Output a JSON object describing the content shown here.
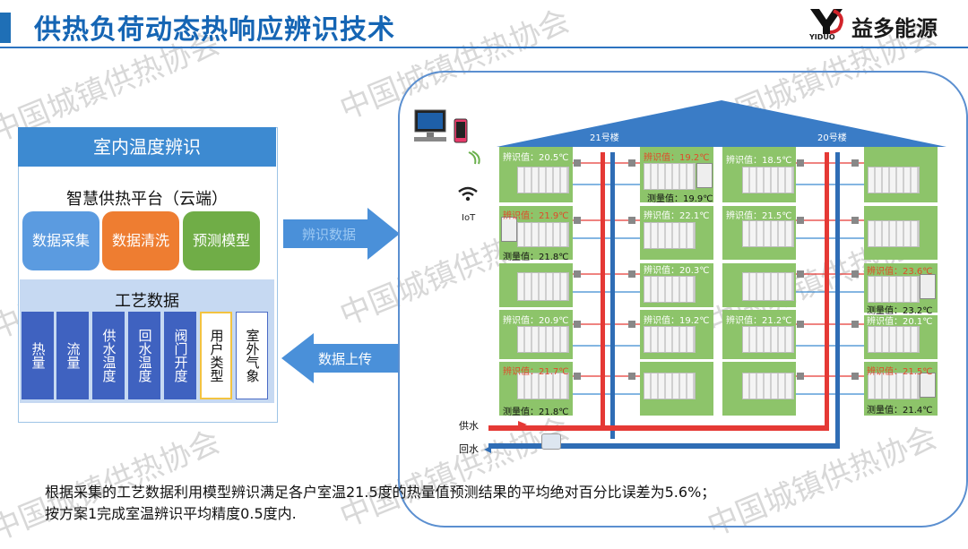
{
  "header": {
    "title": "供热负荷动态热响应辨识技术",
    "brand_name": "益多能源",
    "brand_sub": "YIDUO",
    "watermark": "中国城镇供热协会"
  },
  "left_panel": {
    "heading": "室内温度辨识",
    "platform_title": "智慧供热平台（云端）",
    "boxes": [
      {
        "label": "数据采集",
        "color": "#5b9be0"
      },
      {
        "label": "数据清洗",
        "color": "#ee7d31"
      },
      {
        "label": "预测模型",
        "color": "#70ad47"
      }
    ],
    "process_title": "工艺数据",
    "process_items": [
      "热量",
      "流量",
      "供水温度",
      "回水温度",
      "阀门开度",
      "用户类型",
      "室外气象"
    ]
  },
  "arrows": {
    "to_building": "辨识数据",
    "upload": "数据上传"
  },
  "building": {
    "iot_label": "IoT",
    "building_21": "21号楼",
    "building_20": "20号楼",
    "supply_label": "供水",
    "return_label": "回水",
    "col1": [
      {
        "label": "辨识值：20.5℃",
        "red": false
      },
      {
        "label": "辨识值：21.9℃",
        "red": true,
        "measured": "测量值：21.8℃"
      },
      {
        "label": "",
        "red": false
      },
      {
        "label": "辨识值：20.9℃",
        "red": false
      },
      {
        "label": "辨识值：21.7℃",
        "red": true,
        "measured": "测量值：21.8℃"
      }
    ],
    "col2": [
      {
        "label": "辨识值：19.2℃",
        "red": true,
        "measured": "测量值：19.9℃"
      },
      {
        "label": "辨识值：22.1℃",
        "red": false
      },
      {
        "label": "辨识值：20.3℃",
        "red": false
      },
      {
        "label": "辨识值：19.2℃",
        "red": false
      },
      {
        "label": "",
        "red": false
      }
    ],
    "col3": [
      {
        "label": "辨识值：18.5℃",
        "red": false
      },
      {
        "label": "辨识值：21.5℃",
        "red": false
      },
      {
        "label": "",
        "red": false
      },
      {
        "label": "辨识值：21.2℃",
        "red": false
      },
      {
        "label": "",
        "red": false
      }
    ],
    "col4": [
      {
        "label": "",
        "red": false
      },
      {
        "label": "",
        "red": false
      },
      {
        "label": "辨识值：23.6℃",
        "red": true,
        "measured": "测量值：23.2℃"
      },
      {
        "label": "辨识值：20.1℃",
        "red": false
      },
      {
        "label": "辨识值：21.5℃",
        "red": true,
        "measured": "测量值：21.4℃"
      }
    ]
  },
  "caption": {
    "line1": "根据采集的工艺数据利用模型辨识满足各户室温21.5度的热量值预测结果的平均绝对百分比误差为5.6%；",
    "line2": "按方案1完成室温辨识平均精度0.5度内."
  }
}
